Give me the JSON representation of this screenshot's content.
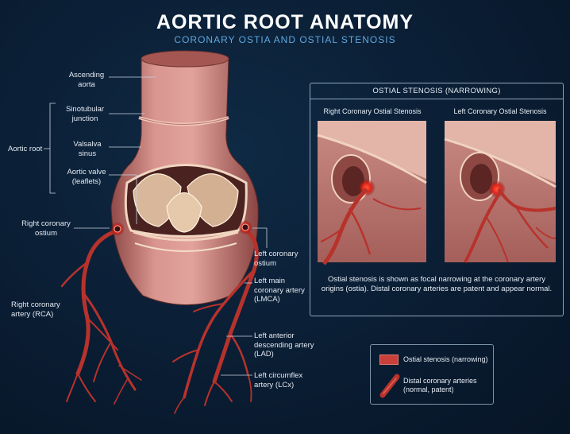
{
  "title": "AORTIC ROOT ANATOMY",
  "subtitle": "CORONARY OSTIA AND OSTIAL STENOSIS",
  "labels": {
    "ascending_aorta": "Ascending aorta",
    "sinotubular_junction": "Sinotubular junction",
    "aortic_root": "Aortic root",
    "valsalva_sinus": "Valsalva sinus",
    "aortic_valve": "Aortic valve (leaflets)",
    "right_coronary_ostium": "Right coronary ostium",
    "right_coronary_artery": "Right coronary artery (RCA)",
    "left_coronary_ostium": "Left coronary ostium",
    "lmca": "Left main coronary artery (LMCA)",
    "lad": "Left anterior descending artery (LAD)",
    "lcx": "Left circumflex artery (LCx)"
  },
  "panel": {
    "heading": "OSTIAL STENOSIS (NARROWING)",
    "right_title": "Right Coronary Ostial Stenosis",
    "left_title": "Left Coronary Ostial Stenosis",
    "caption": "Ostial stenosis is shown as focal narrowing at the coronary artery origins (ostia). Distal coronary arteries are patent and appear normal."
  },
  "legend": {
    "stenosis": "Ostial stenosis (narrowing)",
    "distal": "Distal coronary arteries (normal, patent)"
  },
  "colors": {
    "artery": "#b8322c",
    "stenosis_glow": "#ff3a2a",
    "aorta": "#c97d77",
    "title_accent": "#5fa7e0"
  }
}
